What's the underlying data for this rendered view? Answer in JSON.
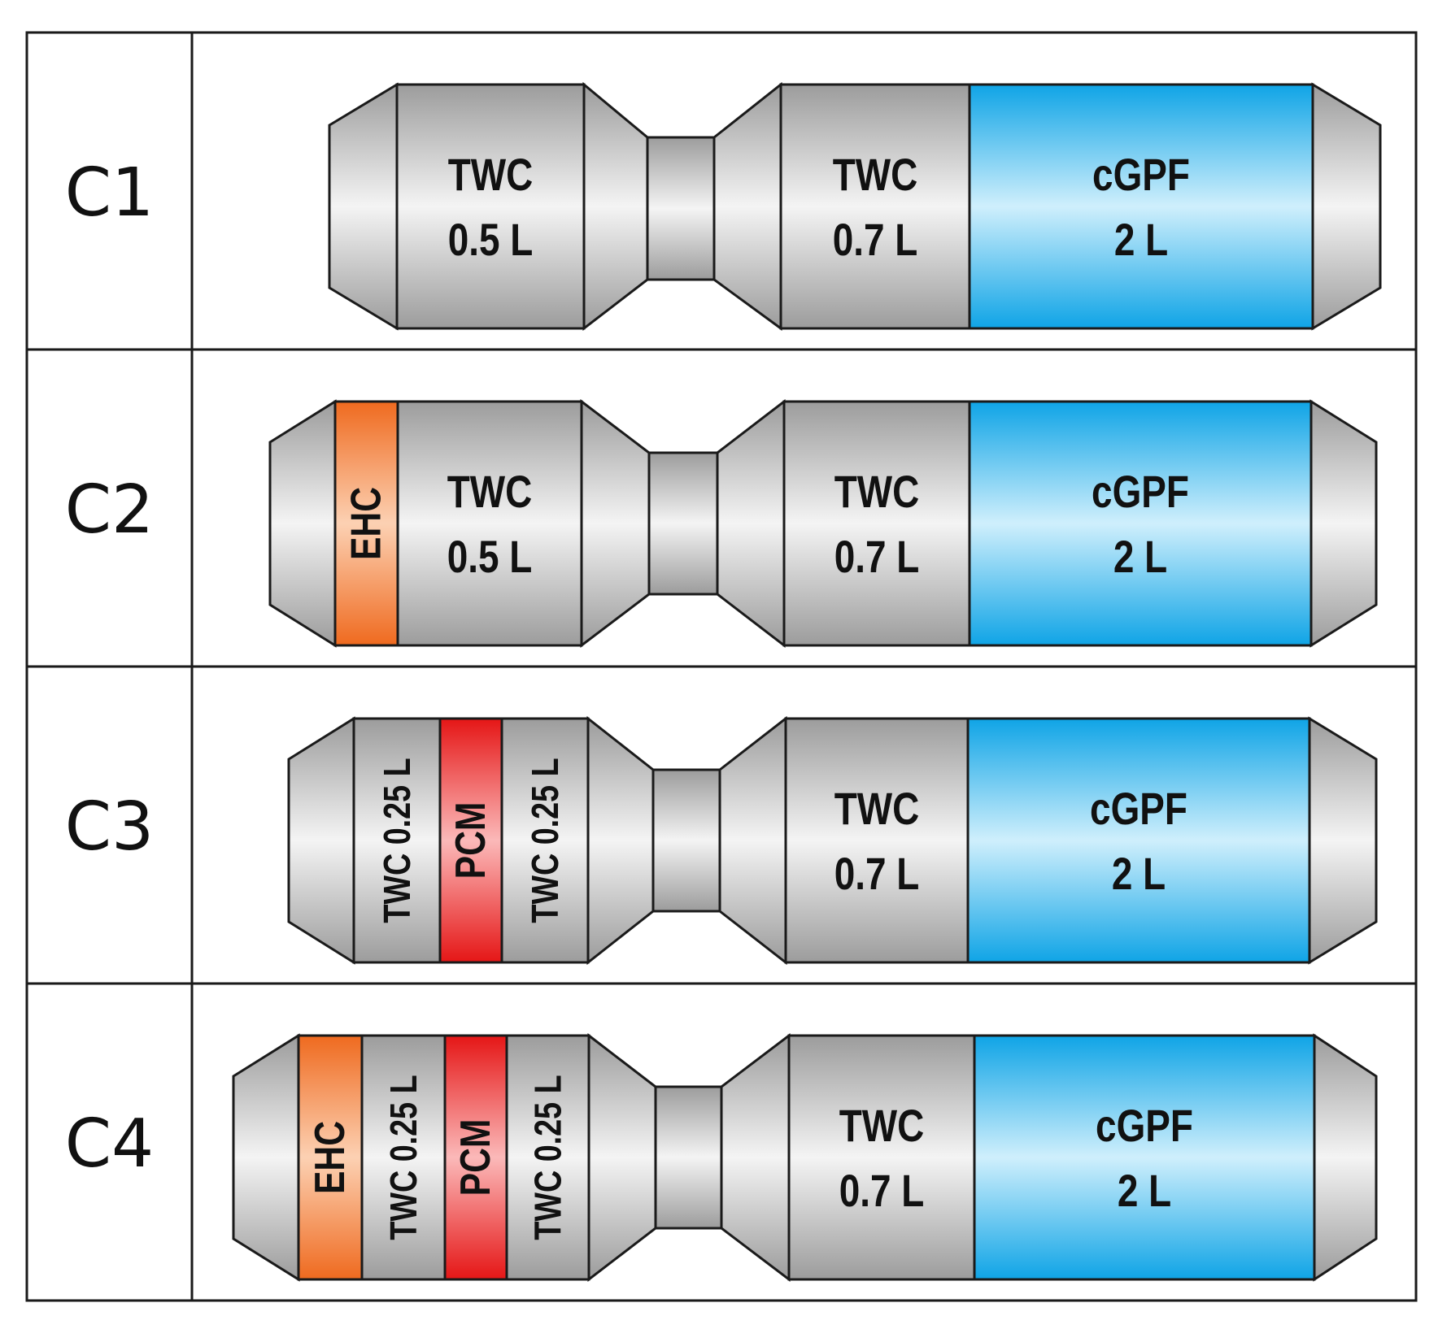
{
  "configs": [
    {
      "label": "C1",
      "front_brick": [
        {
          "lines": [
            "TWC",
            "0.5 L"
          ],
          "color": "gray"
        }
      ],
      "rear_brick": [
        {
          "lines": [
            "TWC",
            "0.7 L"
          ],
          "color": "gray"
        },
        {
          "lines": [
            "cGPF",
            "2 L"
          ],
          "color": "blue"
        }
      ]
    },
    {
      "label": "C2",
      "front_brick": [
        {
          "lines": [
            "EHC"
          ],
          "color": "orange",
          "vertical": true
        },
        {
          "lines": [
            "TWC",
            "0.5 L"
          ],
          "color": "gray"
        }
      ],
      "rear_brick": [
        {
          "lines": [
            "TWC",
            "0.7 L"
          ],
          "color": "gray"
        },
        {
          "lines": [
            "cGPF",
            "2 L"
          ],
          "color": "blue"
        }
      ]
    },
    {
      "label": "C3",
      "front_brick": [
        {
          "lines": [
            "TWC 0.25 L"
          ],
          "color": "gray",
          "vertical": true
        },
        {
          "lines": [
            "PCM"
          ],
          "color": "red",
          "vertical": true
        },
        {
          "lines": [
            "TWC 0.25 L"
          ],
          "color": "gray",
          "vertical": true
        }
      ],
      "rear_brick": [
        {
          "lines": [
            "TWC",
            "0.7 L"
          ],
          "color": "gray"
        },
        {
          "lines": [
            "cGPF",
            "2 L"
          ],
          "color": "blue"
        }
      ]
    },
    {
      "label": "C4",
      "front_brick": [
        {
          "lines": [
            "EHC"
          ],
          "color": "orange",
          "vertical": true
        },
        {
          "lines": [
            "TWC 0.25 L"
          ],
          "color": "gray",
          "vertical": true
        },
        {
          "lines": [
            "PCM"
          ],
          "color": "red",
          "vertical": true
        },
        {
          "lines": [
            "TWC 0.25 L"
          ],
          "color": "gray",
          "vertical": true
        }
      ],
      "rear_brick": [
        {
          "lines": [
            "TWC",
            "0.7 L"
          ],
          "color": "gray"
        },
        {
          "lines": [
            "cGPF",
            "2 L"
          ],
          "color": "blue"
        }
      ]
    }
  ],
  "colors": {
    "gray": "#d9d9d9",
    "blue": "#1aa7e0",
    "orange": "#f5823a",
    "red": "#f52e2e",
    "border": "#1a1a1a"
  }
}
